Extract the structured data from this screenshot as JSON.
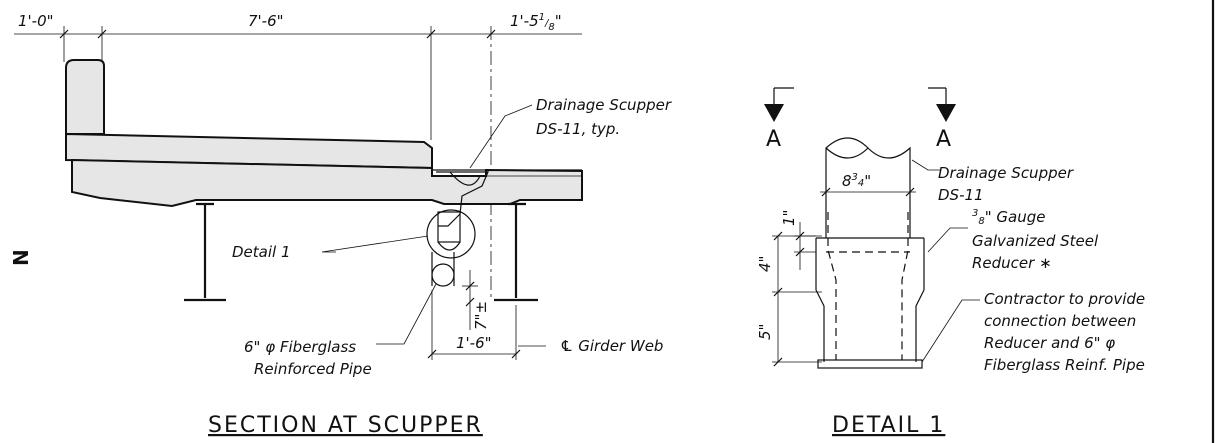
{
  "section": {
    "title": "SECTION AT SCUPPER",
    "dim_left": "1'-0\"",
    "dim_mid": "7'-6\"",
    "dim_right": "1'-5",
    "dim_right_num": "1",
    "dim_right_den": "8",
    "dim_right_tail": "\"",
    "dim_bottom": "1'-6\"",
    "dim_vertical": "7\"±",
    "scupper_label_1": "Drainage Scupper",
    "scupper_label_2": "DS-11, typ.",
    "detail_callout": "Detail 1",
    "pipe_label_1": "6\" φ Fiberglass",
    "pipe_label_2": "Reinforced Pipe",
    "girder_label": "℄ Girder Web",
    "north_letter": "N"
  },
  "detail": {
    "title": "DETAIL 1",
    "cut_letter_left": "A",
    "cut_letter_right": "A",
    "scupper_label_1": "Drainage Scupper",
    "scupper_label_2": "DS-11",
    "width_whole": "8",
    "width_num": "3",
    "width_den": "4",
    "width_tail": "\"",
    "dim_1": "1\"",
    "dim_4": "4\"",
    "dim_5": "5\"",
    "gauge_num": "3",
    "gauge_den": "8",
    "gauge_label_1": "\" Gauge",
    "gauge_label_2": "Galvanized Steel",
    "gauge_label_3": "Reducer ∗",
    "note_1": "Contractor to provide",
    "note_2": "connection between",
    "note_3": "Reducer and 6\" φ",
    "note_4": "Fiberglass Reinf. Pipe"
  }
}
